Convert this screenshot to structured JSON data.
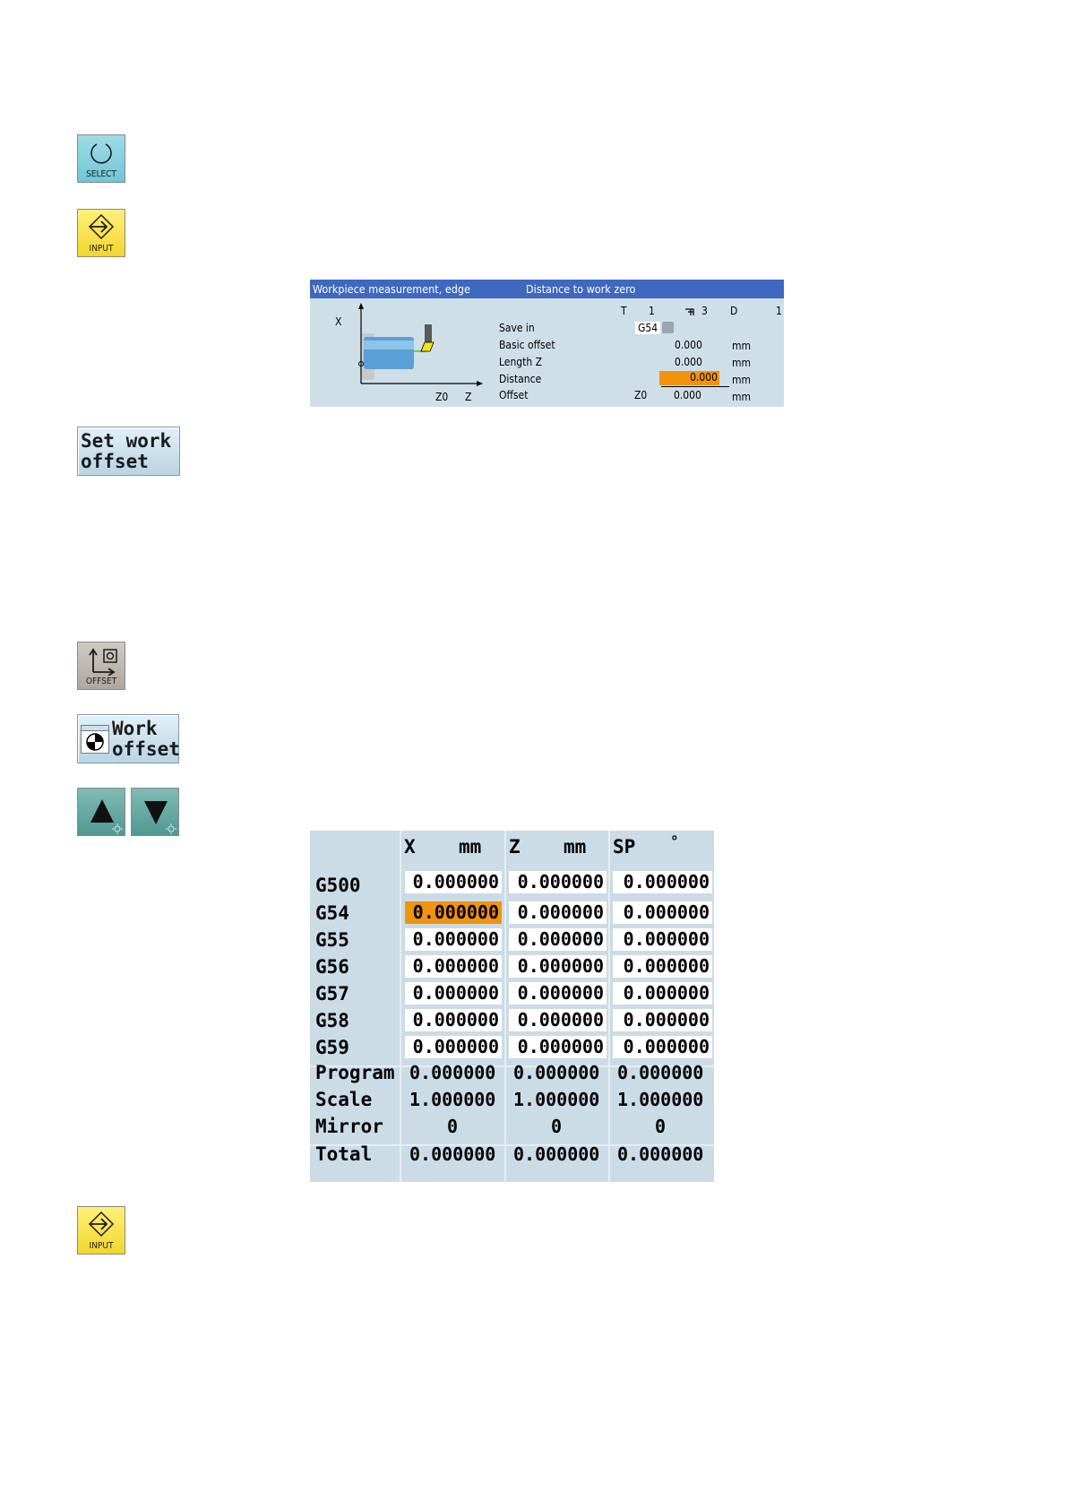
{
  "keys": {
    "select_label": "SELECT",
    "input_label_1": "INPUT",
    "offset_label": "OFFSET",
    "input_label_2": "INPUT"
  },
  "softkeys": {
    "set_work_offset_line1": "Set work",
    "set_work_offset_line2": "offset",
    "work_offset_line1": "Work",
    "work_offset_line2": "offset"
  },
  "measurement_screen": {
    "title": "Workpiece measurement, edge",
    "subtitle": "Distance to work zero",
    "tool_header": {
      "t_label": "T",
      "t_value": "1",
      "edge_value": "3",
      "d_label": "D",
      "d_value": "1"
    },
    "diagram": {
      "x_axis": "X",
      "z_axis": "Z",
      "z0_label": "Z0"
    },
    "fields": [
      {
        "label": "Save in",
        "value": "G54",
        "unit": ""
      },
      {
        "label": "Basic offset",
        "value": "0.000",
        "unit": "mm"
      },
      {
        "label": "Length Z",
        "value": "0.000",
        "unit": "mm"
      },
      {
        "label": "Distance",
        "value": "0.000",
        "unit": "mm"
      },
      {
        "label": "Offset",
        "prefix": "Z0",
        "value": "0.000",
        "unit": "mm"
      }
    ],
    "colors": {
      "titlebar": "#3f68c0",
      "background": "#cfdfe8",
      "highlight": "#f2930f"
    }
  },
  "offset_table": {
    "headers": [
      {
        "axis": "X",
        "unit": "mm"
      },
      {
        "axis": "Z",
        "unit": "mm"
      },
      {
        "axis": "SP",
        "unit": "°"
      }
    ],
    "editable_rows": [
      {
        "label": "G500",
        "values": [
          "0.000000",
          "0.000000",
          "0.000000"
        ]
      },
      {
        "label": "G54",
        "values": [
          "0.000000",
          "0.000000",
          "0.000000"
        ]
      },
      {
        "label": "G55",
        "values": [
          "0.000000",
          "0.000000",
          "0.000000"
        ]
      },
      {
        "label": "G56",
        "values": [
          "0.000000",
          "0.000000",
          "0.000000"
        ]
      },
      {
        "label": "G57",
        "values": [
          "0.000000",
          "0.000000",
          "0.000000"
        ]
      },
      {
        "label": "G58",
        "values": [
          "0.000000",
          "0.000000",
          "0.000000"
        ]
      },
      {
        "label": "G59",
        "values": [
          "0.000000",
          "0.000000",
          "0.000000"
        ]
      }
    ],
    "readonly_rows": [
      {
        "label": "Program",
        "values": [
          "0.000000",
          "0.000000",
          "0.000000"
        ]
      },
      {
        "label": "Scale",
        "values": [
          "1.000000",
          "1.000000",
          "1.000000"
        ]
      },
      {
        "label": "Mirror",
        "values": [
          "0",
          "0",
          "0"
        ]
      },
      {
        "label": "Total",
        "values": [
          "0.000000",
          "0.000000",
          "0.000000"
        ]
      }
    ],
    "selected_cell": {
      "row": "G54",
      "column": "X"
    }
  }
}
